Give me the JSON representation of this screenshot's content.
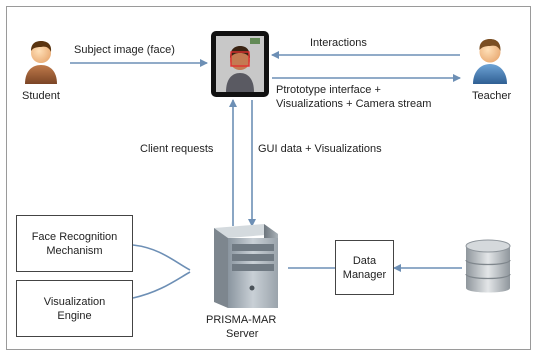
{
  "actors": {
    "student": "Student",
    "teacher": "Teacher"
  },
  "edges": {
    "subject_image": "Subject image (face)",
    "interactions": "Interactions",
    "prototype_line1": "Ptrototype interface +",
    "prototype_line2": "Visualizations + Camera stream",
    "client_requests": "Client requests",
    "gui_data": "GUI data + Visualizations"
  },
  "components": {
    "face_recognition_line1": "Face Recognition",
    "face_recognition_line2": "Mechanism",
    "visualization_line1": "Visualization",
    "visualization_line2": "Engine",
    "server_line1": "PRISMA-MAR",
    "server_line2": "Server",
    "data_manager_line1": "Data",
    "data_manager_line2": "Manager"
  },
  "colors": {
    "arrow": "#6d8fb5",
    "box_border": "#444444"
  },
  "icons": {
    "student": "student-avatar-icon",
    "teacher": "teacher-avatar-icon",
    "tablet": "tablet-camera-icon",
    "server": "server-tower-icon",
    "database": "database-icon"
  }
}
